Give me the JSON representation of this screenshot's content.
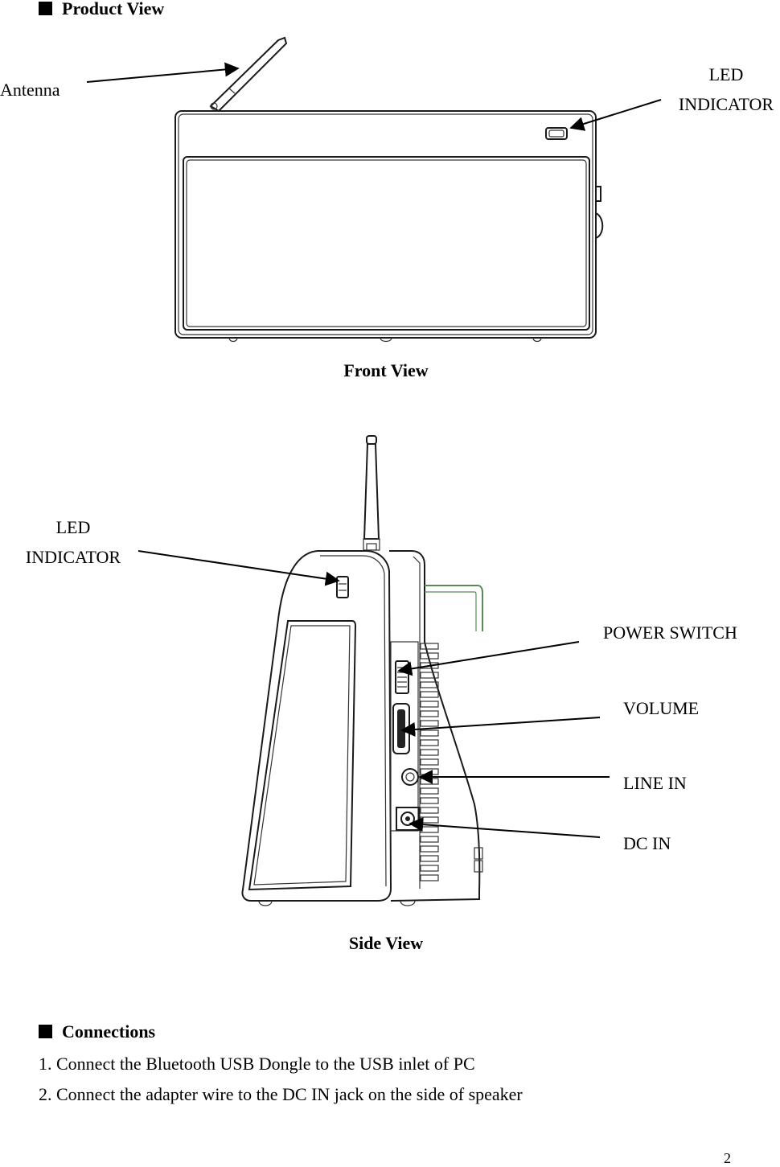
{
  "sections": {
    "product_view": {
      "title": "Product View"
    },
    "connections": {
      "title": "Connections",
      "items": [
        "1. Connect the Bluetooth USB Dongle to the USB inlet of PC",
        "2. Connect the adapter wire to the DC IN jack on the side of speaker"
      ]
    }
  },
  "front_view": {
    "caption": "Front View",
    "labels": {
      "antenna": "Antenna",
      "led_line1": "LED",
      "led_line2": "INDICATOR"
    }
  },
  "side_view": {
    "caption": "Side View",
    "labels": {
      "led_line1": "LED",
      "led_line2": "INDICATOR",
      "power_switch": "POWER SWITCH",
      "volume": "VOLUME",
      "line_in": "LINE IN",
      "dc_in": "DC IN"
    }
  },
  "page_number": "2"
}
